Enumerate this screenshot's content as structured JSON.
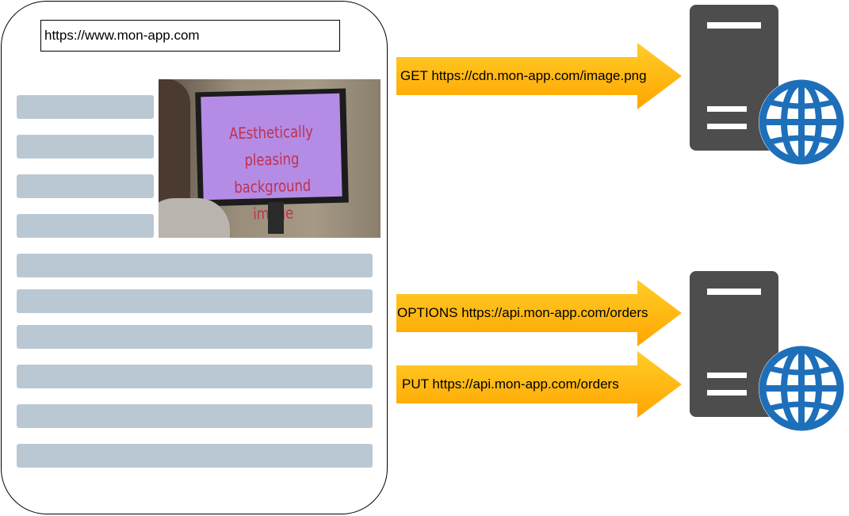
{
  "browser": {
    "url": "https://www.mon-app.com",
    "image_caption_line1": "AEsthetically pleasing",
    "image_caption_line2": "background image"
  },
  "requests": [
    {
      "label": "GET https://cdn.mon-app.com/image.png"
    },
    {
      "label": "OPTIONS https://api.mon-app.com/orders"
    },
    {
      "label": "PUT https://api.mon-app.com/orders"
    }
  ],
  "icons": {
    "server": "server-globe-icon",
    "arrow": "request-arrow"
  },
  "colors": {
    "placeholder_bar": "#bac8d3",
    "arrow_light": "#ffcd28",
    "arrow_dark": "#ffa500",
    "server_body": "#4d4d4d",
    "globe": "#1e6fba"
  }
}
